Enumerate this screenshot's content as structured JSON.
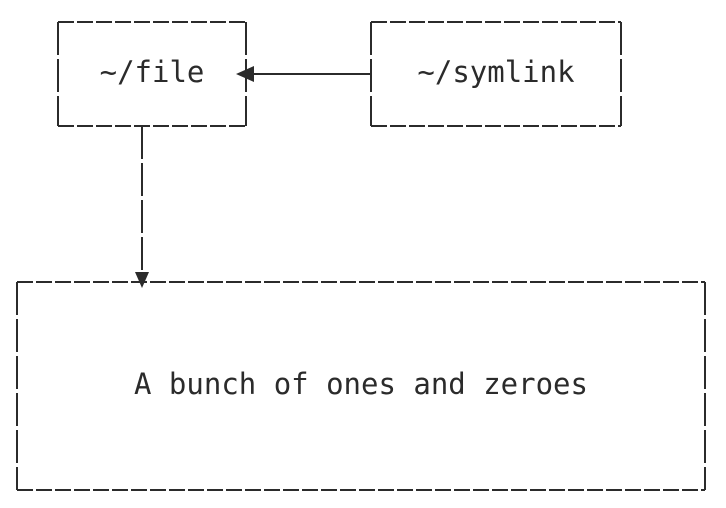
{
  "diagram": {
    "nodes": {
      "file": {
        "label": "~/file"
      },
      "symlink": {
        "label": "~/symlink"
      },
      "data": {
        "label": "A bunch of ones and zeroes"
      }
    },
    "edges": [
      {
        "from": "symlink",
        "to": "file",
        "style": "solid"
      },
      {
        "from": "file",
        "to": "data",
        "style": "dashed"
      }
    ],
    "colors": {
      "stroke": "#2b2b2b",
      "background": "#ffffff"
    }
  }
}
